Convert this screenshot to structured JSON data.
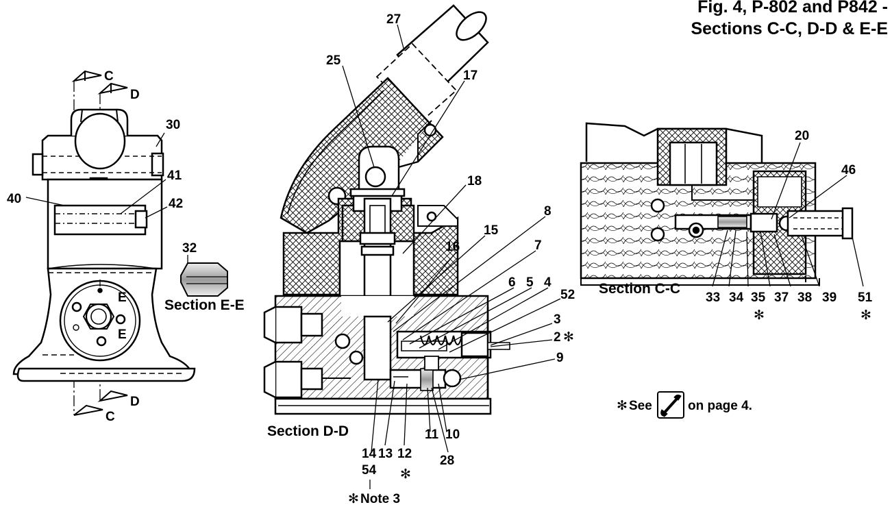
{
  "title": {
    "line1": "Fig. 4, P-802 and P842 -",
    "line2": "Sections C-C, D-D & E-E"
  },
  "section_labels": {
    "c_c": "Section C-C",
    "d_d": "Section D-D",
    "e_e": "Section E-E"
  },
  "cut_marks": {
    "c": "C",
    "d": "D",
    "e": "E"
  },
  "asterisk": "✻",
  "note": {
    "prefix": "See",
    "suffix": "on page 4.",
    "icon": "wrench-icon"
  },
  "note3": "Note 3",
  "callouts": {
    "left_view": [
      "30",
      "41",
      "40",
      "42",
      "32"
    ],
    "section_d_d": [
      "27",
      "25",
      "17",
      "18",
      "8",
      "15",
      "16",
      "7",
      "6",
      "5",
      "4",
      "52",
      "3",
      "2",
      "9",
      "10",
      "11",
      "28",
      "12",
      "13",
      "14",
      "54"
    ],
    "section_c_c": [
      "20",
      "46",
      "33",
      "34",
      "35",
      "37",
      "38",
      "39",
      "51"
    ]
  },
  "colors": {
    "ink": "#000000",
    "paper": "#ffffff",
    "steel": "#c8c8c8"
  }
}
